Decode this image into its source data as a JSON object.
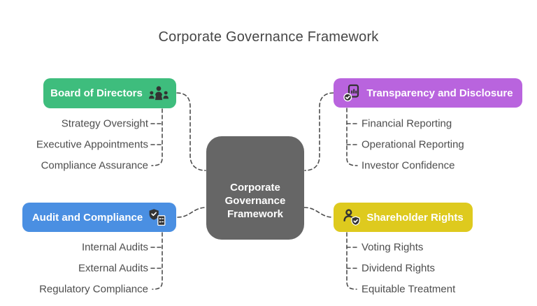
{
  "title": "Corporate Governance Framework",
  "center": {
    "lines": [
      "Corporate",
      "Governance",
      "Framework"
    ]
  },
  "branches": [
    {
      "label": "Board of Directors",
      "color": "#3EBD7D",
      "icon": "board-meeting-icon",
      "items": [
        "Strategy Oversight",
        "Executive Appointments",
        "Compliance Assurance"
      ]
    },
    {
      "label": "Transparency and Disclosure",
      "color": "#B964DE",
      "icon": "report-check-icon",
      "items": [
        "Financial Reporting",
        "Operational Reporting",
        "Investor Confidence"
      ]
    },
    {
      "label": "Audit and Compliance",
      "color": "#4A8FE2",
      "icon": "shield-ledger-icon",
      "items": [
        "Internal Audits",
        "External Audits",
        "Regulatory Compliance"
      ]
    },
    {
      "label": "Shareholder Rights",
      "color": "#DECA1E",
      "icon": "person-shield-icon",
      "items": [
        "Voting Rights",
        "Dividend Rights",
        "Equitable Treatment"
      ]
    }
  ],
  "colors": {
    "background": "#FFFFFF",
    "center_bg": "#666666",
    "node_text": "#FFFFFF",
    "item_text": "#4D4D4D",
    "title_text": "#464646",
    "connector": "#4D4D4D",
    "icon": "#333333"
  }
}
